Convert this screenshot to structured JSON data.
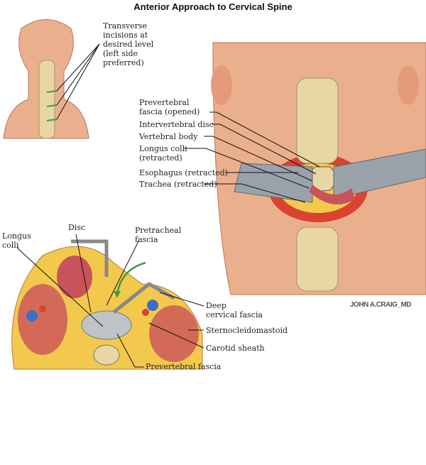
{
  "title": "Anterior Approach to Cervical Spine",
  "top_left_labels": {
    "incisions": [
      "Transverse",
      "incisions at",
      "desired level",
      "(left side",
      "preferred)"
    ]
  },
  "right_labels": {
    "prevertebral_opened": [
      "Prevertebral",
      "fascia (opened)"
    ],
    "disc": "Intervertebral disc",
    "body": "Vertebral body",
    "longus": [
      "Longus colli",
      "(retracted)"
    ],
    "esophagus": "Esophagus (retracted)",
    "trachea": "Trachea (retracted)"
  },
  "bottom_labels": {
    "longus": [
      "Longus",
      "colli"
    ],
    "disc": "Disc",
    "pretracheal": [
      "Pretracheal",
      "fascia"
    ],
    "deep": [
      "Deep",
      "cervical fascia"
    ],
    "scm": "Sternocleidomastoid",
    "carotid": "Carotid sheath",
    "prevertebral": "Prevertebral fascia"
  },
  "signature": "JOHN A.CRAIG_MD",
  "colors": {
    "skin": "#eab08e",
    "bone": "#e8d7a4",
    "muscle": "#c9535a",
    "fat": "#f2c94c",
    "retractor": "#9aa3ab"
  }
}
